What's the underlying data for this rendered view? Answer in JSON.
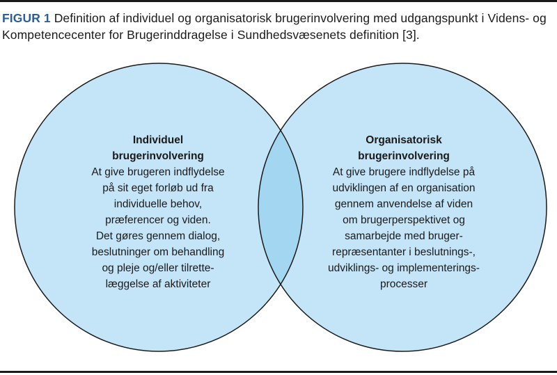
{
  "caption": {
    "label": "FIGUR 1",
    "text": " Definition af individuel og organisatorisk brugerinvolvering med udgangspunkt i Videns- og Kompetencecenter for Brugerinddragelse i Sundhedsvæsenets definition [3]."
  },
  "colors": {
    "circle_fill": "#c4e4f7",
    "overlap_fill": "#a2d6f1",
    "outline": "#1a1a1a",
    "label_blue": "#2b5f96"
  },
  "venn": {
    "left": {
      "heading": "Individuel\nbrugerinvolvering",
      "body": "At give brugeren indflydelse\npå sit eget forløb ud fra\nindividuelle behov,\npræferencer og viden.\nDet gøres gennem dialog,\nbeslutninger om behandling\nog pleje og/eller tilrette-\nlæggelse af aktiviteter"
    },
    "right": {
      "heading": "Organisatorisk\nbrugerinvolvering",
      "body": "At give brugere indflydelse på\nudviklingen af en organisation\ngennem anvendelse af viden\nom brugerperspektivet og\nsamarbejde med bruger-\nrepræsentanter i beslutnings-,\nudviklings- og implementerings-\nprocesser"
    }
  }
}
